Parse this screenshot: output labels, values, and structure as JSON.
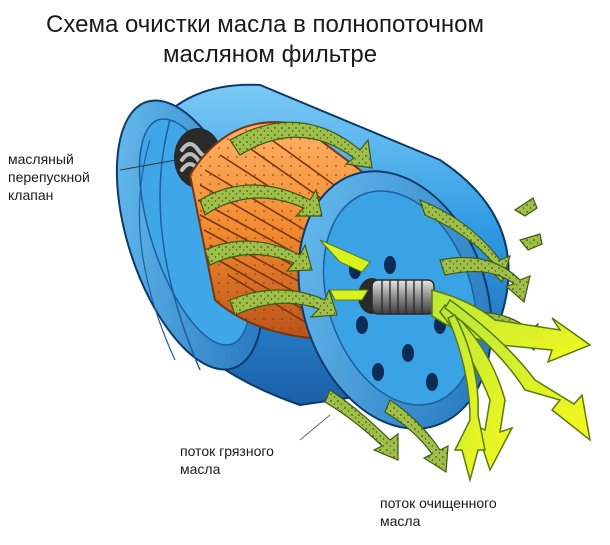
{
  "title": {
    "line1": "Схема очистки масла в полнопоточном",
    "line2": "масляном фильтре"
  },
  "labels": {
    "bypass_valve": {
      "line1": "масляный",
      "line2": "перепускной",
      "line3": "клапан"
    },
    "dirty_oil": {
      "line1": "поток грязного",
      "line2": "масла"
    },
    "clean_oil": {
      "line1": "поток очищенного",
      "line2": "масла"
    }
  },
  "colors": {
    "housing": "#2f9be3",
    "housing_dark": "#1e6fb8",
    "filter_element": "#f28a2e",
    "filter_dark": "#b9521a",
    "dirty_flow": "#9fbf4a",
    "clean_flow": "#d8f21e",
    "valve_spring": "#8a8a8a"
  }
}
